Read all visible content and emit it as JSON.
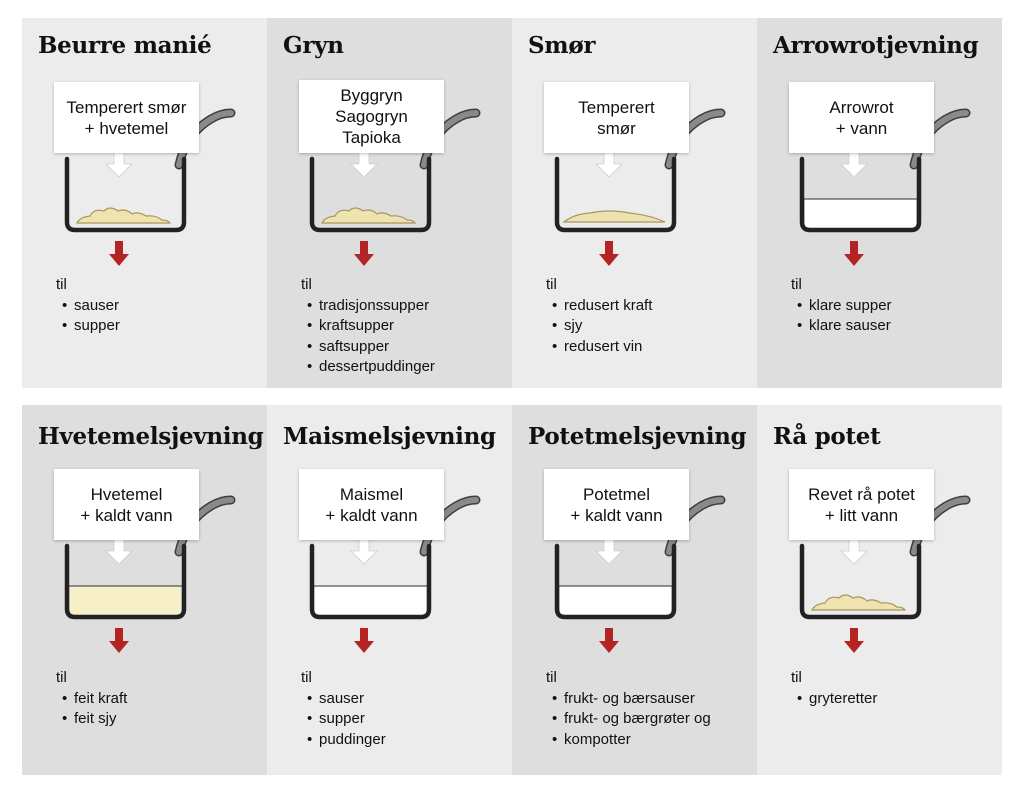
{
  "panels": [
    {
      "title": "Beurre manié",
      "box": [
        "Temperert smør",
        "+ hvetemel"
      ],
      "content": "lumps",
      "til": "til",
      "uses": [
        "sauser",
        "supper"
      ]
    },
    {
      "title": "Gryn",
      "box": [
        "Byggryn",
        "Sagogryn",
        "Tapioka"
      ],
      "content": "lumps",
      "til": "til",
      "uses": [
        "tradisjonssupper",
        "kraftsupper",
        "saftsupper",
        "dessertpuddinger"
      ]
    },
    {
      "title": "Smør",
      "box": [
        "Temperert",
        "smør"
      ],
      "content": "butter",
      "til": "til",
      "uses": [
        "redusert kraft",
        "sjy",
        "redusert vin"
      ]
    },
    {
      "title": "Arrowrotjevning",
      "box": [
        "Arrowrot",
        "+ vann"
      ],
      "content": "clear-liquid",
      "til": "til",
      "uses": [
        "klare supper",
        "klare sauser"
      ]
    },
    {
      "title": "Hvetemelsjevning",
      "box": [
        "Hvetemel",
        "+ kaldt vann"
      ],
      "content": "cream-liquid",
      "til": "til",
      "uses": [
        "feit kraft",
        "feit sjy"
      ]
    },
    {
      "title": "Maismelsjevning",
      "box": [
        "Maismel",
        "+ kaldt vann"
      ],
      "content": "clear-liquid",
      "til": "til",
      "uses": [
        "sauser",
        "supper",
        "puddinger"
      ]
    },
    {
      "title": "Potetmelsjevning",
      "box": [
        "Potetmel",
        "+ kaldt vann"
      ],
      "content": "clear-liquid",
      "til": "til",
      "uses": [
        "frukt- og bærsauser",
        "frukt- og bærgrøter og",
        "kompotter"
      ]
    },
    {
      "title": "Rå potet",
      "box": [
        "Revet rå potet",
        "+ litt vann"
      ],
      "content": "lumps",
      "til": "til",
      "uses": [
        "gryteretter"
      ]
    }
  ],
  "colors": {
    "panel_light": "#ececec",
    "panel_dark": "#dedede",
    "pot_outline": "#222222",
    "handle": "#8a8a8a",
    "arrow": "#b52424",
    "thickener_lumps": "#efe3b0",
    "butter": "#efe2b2",
    "cream_liquid": "#f6efc8"
  },
  "icons": [
    "saucepan-icon",
    "pour-arrow-icon",
    "down-arrow-icon"
  ]
}
